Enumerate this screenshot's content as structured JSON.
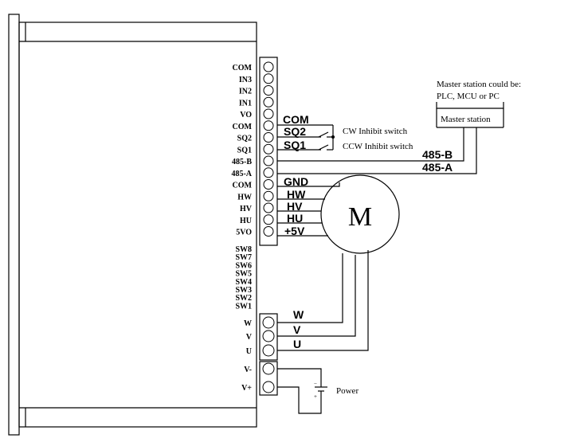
{
  "driver_terminals": {
    "group1": [
      "COM",
      "IN3",
      "IN2",
      "IN1",
      "VO",
      "COM",
      "SQ2",
      "SQ1",
      "485-B",
      "485-A",
      "COM",
      "HW",
      "HV",
      "HU",
      "5VO"
    ],
    "switches": [
      "SW8",
      "SW7",
      "SW6",
      "SW5",
      "SW4",
      "SW3",
      "SW2",
      "SW1"
    ],
    "group2": [
      "W",
      "V",
      "U",
      "V-",
      "V+"
    ]
  },
  "wire_labels": {
    "com": "COM",
    "sq2": "SQ2",
    "sq1": "SQ1",
    "gnd": "GND",
    "hw": "HW",
    "hv": "HV",
    "hu": "HU",
    "plus5v": "+5V",
    "w": "W",
    "v": "V",
    "u": "U",
    "b485": "485-B",
    "a485": "485-A"
  },
  "switch_notes": {
    "cw": "CW Inhibit switch",
    "ccw": "CCW Inhibit switch"
  },
  "master": {
    "note_line1": "Master station could be:",
    "note_line2": "PLC, MCU or PC",
    "box_label": "Master station"
  },
  "motor": {
    "label": "M"
  },
  "power": {
    "label": "Power"
  }
}
